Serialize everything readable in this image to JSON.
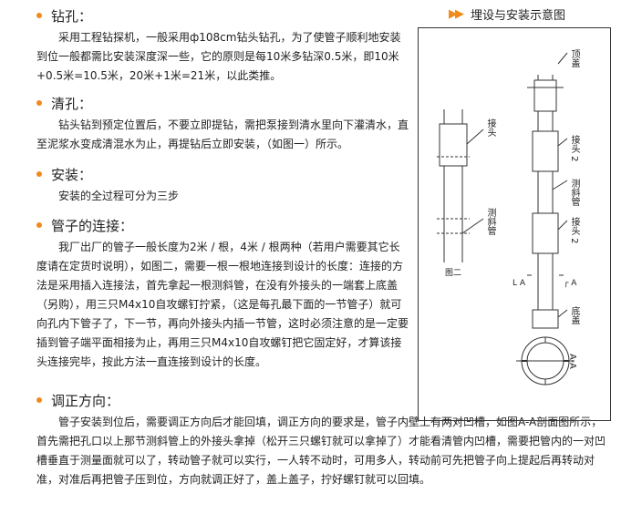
{
  "diagram_header": {
    "arrows": "▶▶",
    "title": "埋设与安装示意图"
  },
  "sections": [
    {
      "heading": "钻孔：",
      "paragraph": "采用工程钻探机，一般采用ф108cm钻头钻孔，为了使管子顺利地安装到位一般都需比安装深度深一些，它的原则是每10米多钻深0.5米，即10米+0.5米=10.5米，20米+1米=21米，以此类推。"
    },
    {
      "heading": "清孔：",
      "paragraph": "钻头钻到预定位置后，不要立即提钻，需把泵接到清水里向下灌清水，直至泥浆水变成清混水为止，再提钻后立即安装，（如图一）所示。"
    },
    {
      "heading": "安装：",
      "paragraph": "安装的全过程可分为三步"
    },
    {
      "heading": "管子的连接：",
      "paragraph": "我厂出厂的管子一般长度为2米 / 根，4米 / 根两种（若用户需要其它长度请在定货时说明），如图二，需要一根一根地连接到设计的长度：连接的方法是采用插入连接法，首先拿起一根测斜管，在没有外接头的一端套上底盖（另购），用三只M4x10自攻螺钉拧紧，（这是每孔最下面的一节管子）就可向孔内下管子了，下一节，再向外接头内插一节管，这时必须注意的是一定要插到管子端平面相接为止，再用三只M4x10自攻螺钉把它固定好，才算该接头连接完毕，按此方法一直连接到设计的长度。"
    },
    {
      "heading": "调正方向：",
      "paragraph": "管子安装到位后，需要调正方向后才能回填，调正方向的要求是，管子内壁上有两对凹槽，如图A-A剖面图所示，首先需把孔口以上那节测斜管上的外接头拿掉（松开三只螺钉就可以拿掉了）才能看清管内凹槽，需要把管内的一对凹槽垂直于测量面就可以了，转动管子就可以实行，一人转不动时，可用多人，转动前可先把管子向上提起后再转动对准，对准后再把管子压到位，方向就调正好了，盖上盖子，拧好螺钉就可以回填。"
    }
  ],
  "diagram": {
    "labels": {
      "top_cap": "顶盖",
      "joint": "接头",
      "incl_pipe": "测斜管",
      "fig2": "图二",
      "joint2": "接头 2",
      "incl_pipe2": "测斜管",
      "joint2b": "接头 2",
      "la": "L A",
      "ra": "┌ A",
      "bottom_cap": "底盖",
      "aa": "A-A"
    }
  }
}
